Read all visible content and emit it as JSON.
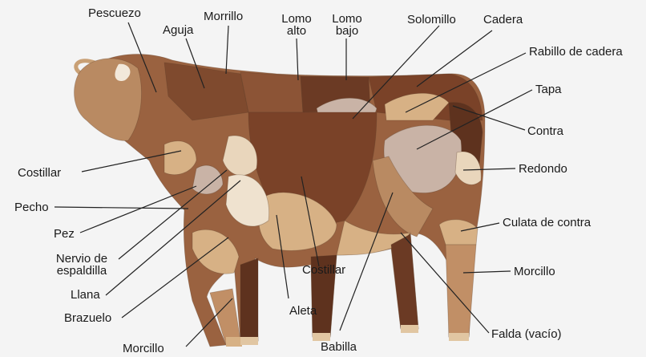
{
  "diagram": {
    "labels": {
      "pescuezo": "Pescuezo",
      "aguja": "Aguja",
      "morrillo": "Morrillo",
      "lomo_alto": "Lomo\nalto",
      "lomo_bajo": "Lomo\nbajo",
      "solomillo": "Solomillo",
      "cadera": "Cadera",
      "rabillo_de_cadera": "Rabillo de cadera",
      "tapa": "Tapa",
      "contra": "Contra",
      "redondo": "Redondo",
      "culata_de_contra": "Culata de contra",
      "morcillo_trasero": "Morcillo",
      "falda_vacio": "Falda (vacío)",
      "babilla": "Babilla",
      "aleta": "Aleta",
      "costillar_bajo": "Costillar",
      "morcillo_delantero": "Morcillo",
      "brazuelo": "Brazuelo",
      "llana": "Llana",
      "nervio_de_espaldilla": "Nervio de\nespaldilla",
      "pez": "Pez",
      "pecho": "Pecho",
      "costillar_alto": "Costillar"
    },
    "colors": {
      "dark_brown": "#6b3a24",
      "medium_brown": "#9a6240",
      "light_brown": "#b98a62",
      "tan": "#d7b185",
      "pale": "#e9d6bc",
      "grey_pink": "#c9b3a6"
    }
  }
}
